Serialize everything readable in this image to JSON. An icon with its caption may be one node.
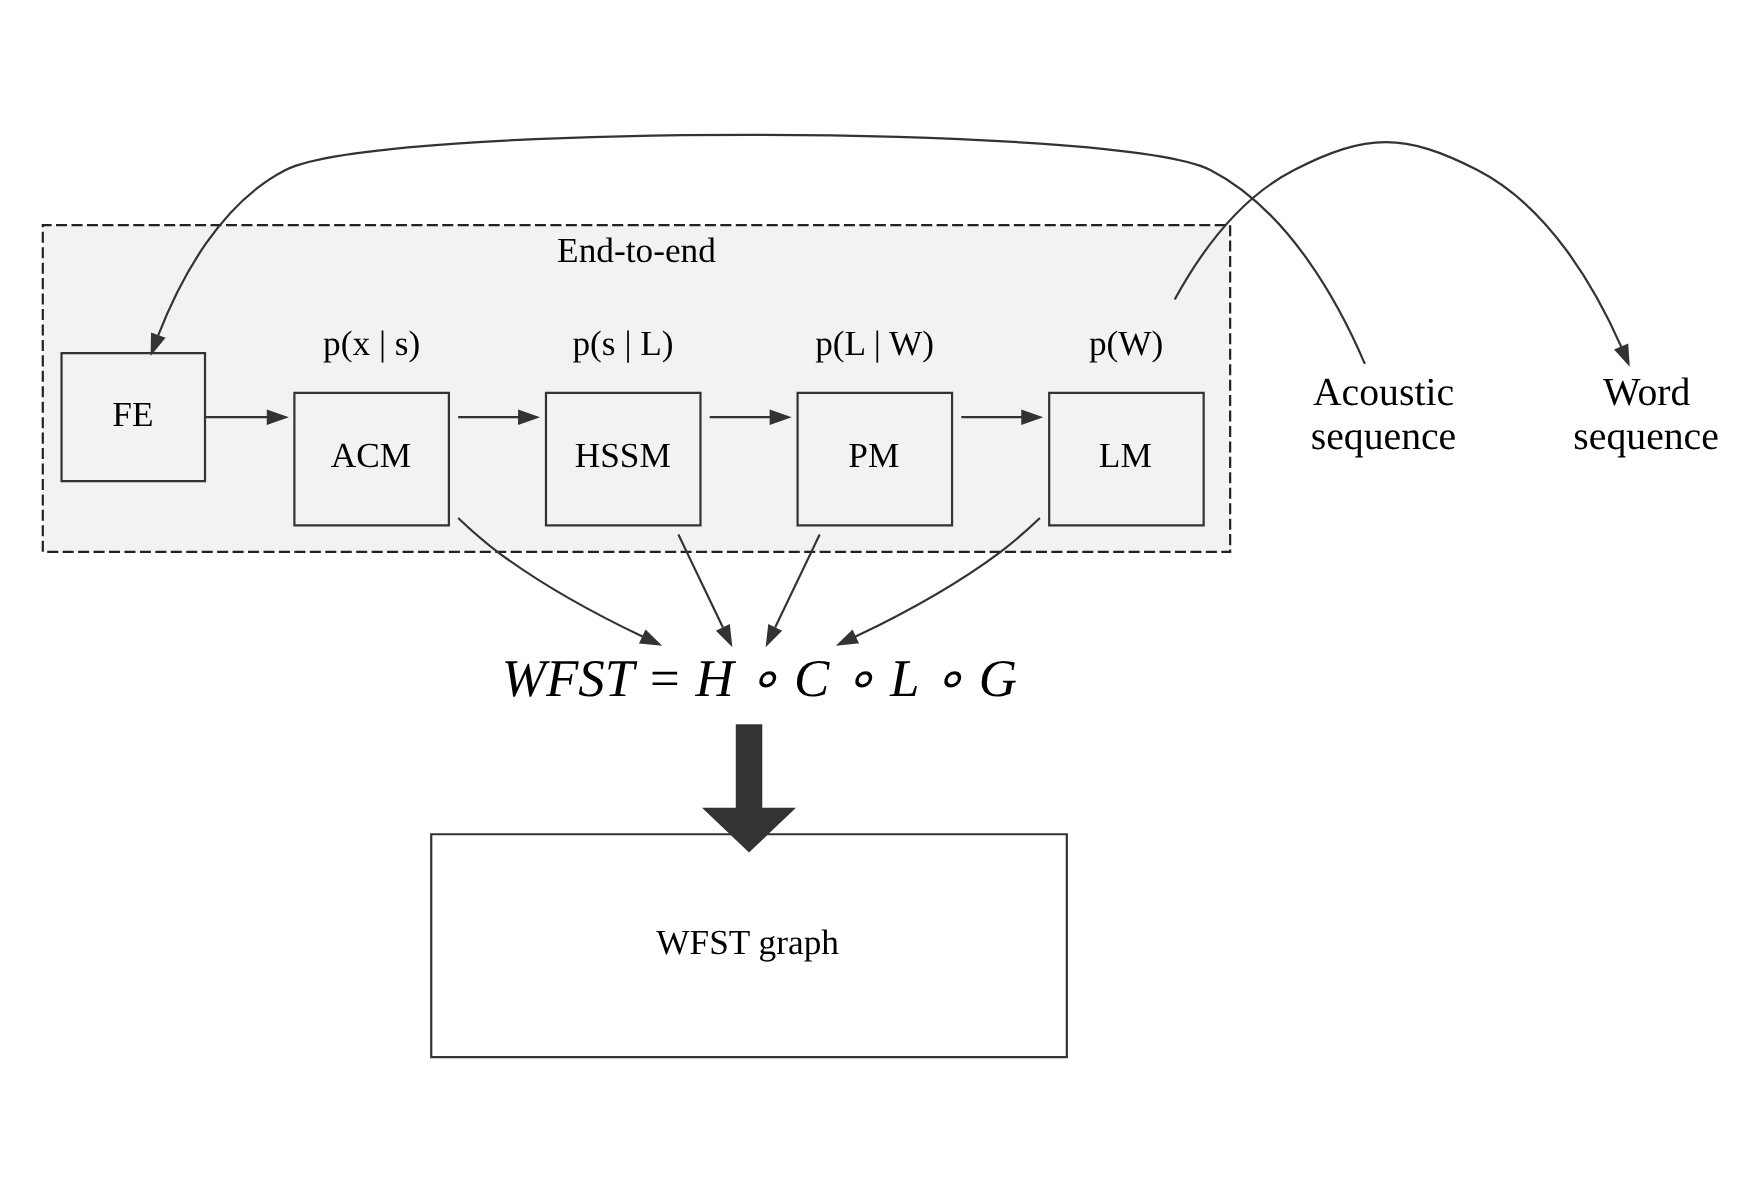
{
  "diagram": {
    "nodes": [
      {
        "text": [
          "End-to-end"
        ]
      },
      {
        "text": [
          "Acoustic sequence"
        ]
      },
      {
        "text": [
          "FE"
        ],
        "in": 0
      },
      {
        "text": [
          "ACM"
        ],
        "in": 0,
        "beside": [
          "p(x | s)"
        ]
      },
      {
        "text": [
          "HSSM"
        ],
        "in": 0,
        "beside": [
          "p(s | L)"
        ]
      },
      {
        "text": [
          "PM"
        ],
        "in": 0,
        "beside": [
          "p(L | W)"
        ]
      },
      {
        "text": [
          "LM"
        ],
        "in": 0,
        "beside": [
          "p(W)"
        ]
      },
      {
        "text": [
          "Word sequence"
        ]
      },
      {
        "text": [
          "WFST = H ∘ C ∘ L ∘ G"
        ]
      },
      {
        "text": [
          "WFST graph"
        ]
      }
    ],
    "edges": [
      {
        "from": 1,
        "to": 2,
        "arrow": "to"
      },
      {
        "from": 2,
        "to": 3,
        "arrow": "to"
      },
      {
        "from": 3,
        "to": 4,
        "arrow": "to"
      },
      {
        "from": 4,
        "to": 5,
        "arrow": "to"
      },
      {
        "from": 5,
        "to": 6,
        "arrow": "to"
      },
      {
        "from": 6,
        "to": 7,
        "arrow": "to"
      },
      {
        "from": 3,
        "to": 8,
        "arrow": "to"
      },
      {
        "from": 4,
        "to": 8,
        "arrow": "to"
      },
      {
        "from": 5,
        "to": 8,
        "arrow": "to"
      },
      {
        "from": 6,
        "to": 8,
        "arrow": "to"
      },
      {
        "from": 8,
        "to": 9,
        "arrow": "to",
        "style": "thick"
      }
    ]
  }
}
